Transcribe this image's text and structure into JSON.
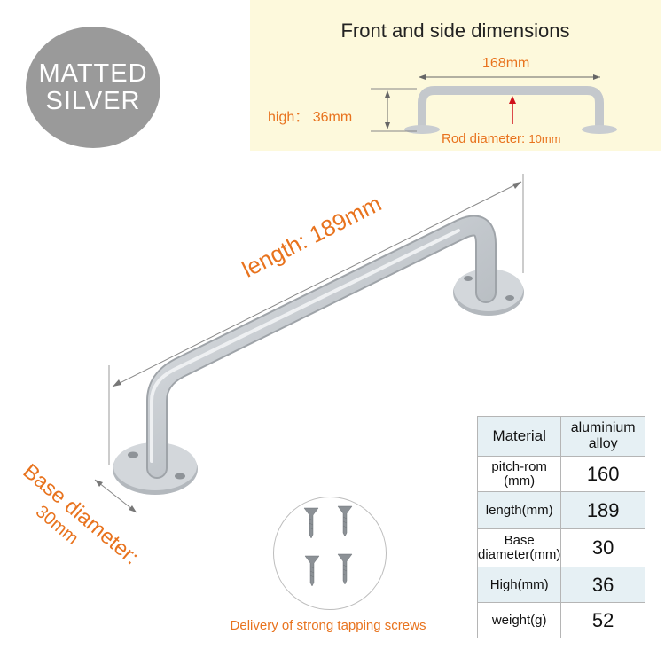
{
  "badge": {
    "line1": "MATTED",
    "line2": "SILVER"
  },
  "front_panel": {
    "title": "Front and side dimensions",
    "width_label": "168mm",
    "height_label": "high： 36mm",
    "rod_label_text": "Rod diameter: ",
    "rod_label_value": "10mm"
  },
  "main": {
    "length_label": "length: 189mm",
    "base_label_line1": "Base diameter:",
    "base_label_line2": "30mm"
  },
  "spec_table": {
    "rows": [
      {
        "key": "Material",
        "value": "aluminium alloy"
      },
      {
        "key": "pitch-rom (mm)",
        "value": "160"
      },
      {
        "key": "length(mm)",
        "value": "189"
      },
      {
        "key": "Base diameter(mm)",
        "value": "30"
      },
      {
        "key": "High(mm)",
        "value": "36"
      },
      {
        "key": "weight(g)",
        "value": "52"
      }
    ]
  },
  "screws": {
    "caption": "Delivery of strong tapping screws",
    "count": 4
  },
  "colors": {
    "accent": "#e8731e",
    "badge": "#9a9a9a",
    "panel": "#fdf9dc",
    "row_tint": "#e6f0f4",
    "metal": "#c9ced3"
  }
}
